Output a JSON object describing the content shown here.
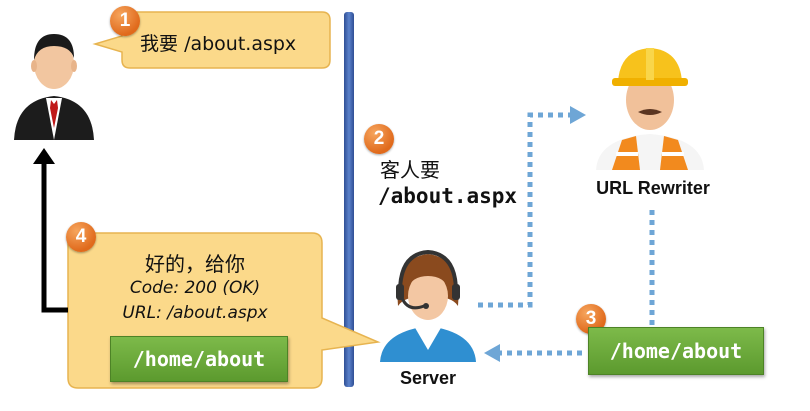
{
  "step1": {
    "badge": "1",
    "text_cn": "我要",
    "path": "/about.aspx"
  },
  "step2": {
    "badge": "2",
    "text_cn": "客人要",
    "path": "/about.aspx"
  },
  "step3": {
    "badge": "3",
    "path": "/home/about"
  },
  "step4": {
    "badge": "4",
    "text_cn": "好的，给你",
    "code_line": "Code: 200 (OK)",
    "url_line": "URL: /about.aspx",
    "path": "/home/about"
  },
  "labels": {
    "rewriter": "URL Rewriter",
    "server": "Server"
  },
  "colors": {
    "callout_fill": "#fbd98a",
    "callout_stroke": "#e7b450",
    "badge": "#e47a27",
    "green": "#6aab3b",
    "divider": "#3d63ae",
    "dotted_arrow": "#6ea6d6"
  },
  "icons": {
    "client": "businessman-icon",
    "rewriter": "construction-worker-icon",
    "server": "headset-operator-icon"
  }
}
